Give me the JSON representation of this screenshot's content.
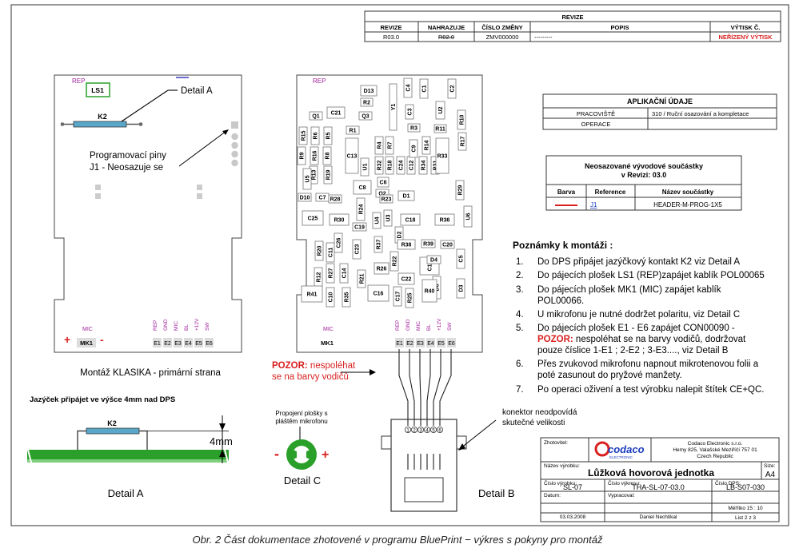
{
  "revision_table": {
    "title": "REVIZE",
    "headers": [
      "REVIZE",
      "NAHRAZUJE",
      "ČÍSLO ZMĚNY",
      "POPIS",
      "VÝTISK Č."
    ],
    "row": [
      "R03.0",
      "R02.0",
      "ZMV000000",
      "---------",
      "NEŘÍZENÝ VÝTISK"
    ],
    "alert_color": "#d92020"
  },
  "application_table": {
    "title": "APLIKAČNÍ ÚDAJE",
    "rows": [
      {
        "label": "PRACOVIŠTĚ",
        "value": "310 / Ruční osazování a kompletace"
      },
      {
        "label": "OPERACE",
        "value": ""
      }
    ]
  },
  "unmounted_table": {
    "title_line1": "Neosazované vývodové součástky",
    "title_line2": "v Revizi: 03.0",
    "headers": [
      "Barva",
      "Reference",
      "Název součástky"
    ],
    "row": {
      "reference": "J1",
      "name": "HEADER-M-PROG-1X5",
      "color": "#d92020"
    }
  },
  "notes": {
    "title": "Poznámky k montáži :",
    "items": [
      {
        "num": "1.",
        "lines": [
          "Do DPS připájet jazýčkový kontakt K2 viz Detail A"
        ]
      },
      {
        "num": "2.",
        "lines": [
          "Do pájecích plošek LS1 (REP)zapájet kablík POL00065"
        ]
      },
      {
        "num": "3.",
        "lines": [
          "Do pájecích plošek MK1 (MIC) zapájet kablík",
          "POL00066."
        ]
      },
      {
        "num": "4.",
        "lines": [
          "U mikrofonu je nutné dodržet polaritu, viz Detail C"
        ]
      },
      {
        "num": "5.",
        "lines": [
          "Do pájecích plošek E1 - E6  zapájet CON00090 -"
        ],
        "warn": "POZOR:",
        "warn_rest": " nespoléhat se na barvy vodičů, dodržovat",
        "extra": "pouze číslice 1-E1 ; 2-E2 ; 3-E3...., viz Detail B"
      },
      {
        "num": "6.",
        "lines": [
          "Přes zvukovod mikrofonu napnout mikrotenovou folii a",
          "poté zasunout do pryžové manžety."
        ]
      },
      {
        "num": "7.",
        "lines": [
          "Po operaci oživení a test výrobku nalepit štítek CE+QC."
        ]
      }
    ]
  },
  "left_board": {
    "rep": "REP",
    "ls1": "LS1",
    "k2": "K2",
    "detail_a": "Detail A",
    "prog_pins_1": "Programovací piny",
    "prog_pins_2": "J1 - Neosazuje se",
    "mic": "MIC",
    "mk1": "MK1",
    "plus": "+",
    "minus": "-",
    "pads": [
      "REP",
      "GND",
      "MIC",
      "BL",
      "+12V",
      "SW"
    ],
    "pads_e": [
      "E1",
      "E2",
      "E3",
      "E4",
      "E5",
      "E6"
    ],
    "caption": "Montáž KLASIKA - primární strana"
  },
  "center_board": {
    "rep": "REP",
    "mic": "MIC",
    "mk1": "MK1",
    "pads": [
      "REP",
      "GND",
      "MIC",
      "BL",
      "+12V",
      "SW"
    ],
    "pads_e": [
      "E1",
      "E2",
      "E3",
      "E4",
      "E5",
      "E6"
    ],
    "components": [
      "D13",
      "R2",
      "C4",
      "C1",
      "C2",
      "C21",
      "Y1",
      "C3",
      "U2",
      "Q1",
      "Q3",
      "R3",
      "R11",
      "R10",
      "R1",
      "R15",
      "R6",
      "R5",
      "R9",
      "R16",
      "R8",
      "R7",
      "R13",
      "R19",
      "R17",
      "R4",
      "R14",
      "R32",
      "R18",
      "C24",
      "C12",
      "R34",
      "R31",
      "C13",
      "R33",
      "U5",
      "U1",
      "C9",
      "C8",
      "C6",
      "Q2",
      "D1",
      "R29",
      "D10",
      "C7",
      "R28",
      "R24",
      "R23",
      "C25",
      "R30",
      "C19",
      "U4",
      "C18",
      "R36",
      "U6",
      "U3",
      "D2",
      "R37",
      "R38",
      "R39",
      "C20",
      "C26",
      "C23",
      "R20",
      "C11",
      "R22",
      "C15",
      "R27",
      "C14",
      "R26",
      "D4",
      "C5",
      "R12",
      "R21",
      "C10",
      "R41",
      "C16",
      "C22",
      "D6",
      "C17",
      "R25",
      "R40",
      "D3",
      "R35"
    ]
  },
  "detail_a": {
    "note": "Jazýček připájet ve výšce 4mm nad DPS",
    "k2": "K2",
    "dim": "4mm",
    "label": "Detail A"
  },
  "detail_c": {
    "note1": "Propojení plošky s",
    "note2": "pláštěm mikrofonu",
    "minus": "-",
    "plus": "+",
    "label": "Detail C",
    "green": "#2aa02a"
  },
  "detail_b": {
    "warn": "POZOR:",
    "warn_rest": " nespoléhat",
    "warn_line2": "se na barvy vodičů",
    "connector_note1": "konektor neodpovídá",
    "connector_note2": "skutečné velikosti",
    "pins": [
      "1",
      "2",
      "3",
      "4",
      "5",
      "6"
    ],
    "label": "Detail B"
  },
  "title_block": {
    "supplier_label": "Zhotovitel:",
    "logo": "codaco",
    "logo_sub": "ELECTRONIC",
    "company_line1": "Codaco Electronic s.r.o.",
    "company_line2": "Hemy 825, Valašské Meziříčí 757 01",
    "company_line3": "Czech Republic",
    "name_label": "Název výrobku:",
    "name": "Lůžková hovorová jednotka",
    "size_label": "Size:",
    "size": "A4",
    "product_no_label": "Číslo výrobku:",
    "product_no": "SL-07",
    "drawing_no_label": "Číslo výkresu:",
    "drawing_no": "THA-SL-07-03.0",
    "dps_no_label": "Číslo DPS:",
    "dps_no": "LB-S07-030",
    "date_label": "Datum:",
    "date": "03.03.2008",
    "author_label": "Vypracoval:",
    "author": "Daniel Nechtikal",
    "scale_label": "Měřítko",
    "scale": "15 : 10",
    "sheet_label": "List",
    "sheet": "2 z 3"
  },
  "caption": "Obr. 2  Část dokumentace zhotovené v programu BluePrint − výkres s pokyny pro montáž",
  "colors": {
    "red": "#d92020",
    "magenta": "#a0209a",
    "blue": "#5ba7c9",
    "green": "#2aa02a",
    "gray": "#999999"
  }
}
